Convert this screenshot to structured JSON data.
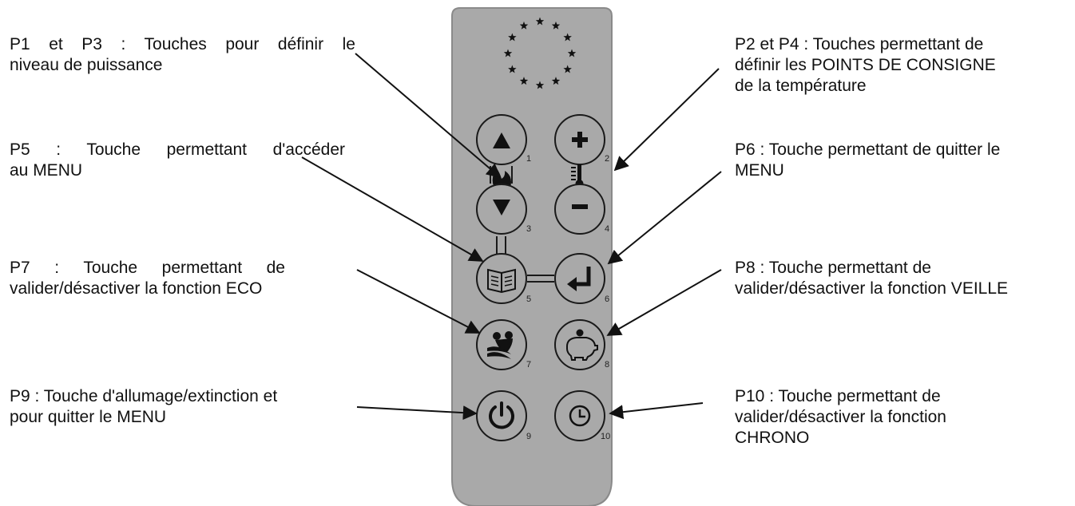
{
  "labels": {
    "p1_p3": [
      "P1 et P3 : Touches pour définir le",
      "niveau de puissance"
    ],
    "p2_p4": [
      "P2 et P4 : Touches permettant de",
      "définir les POINTS DE CONSIGNE",
      "de la température"
    ],
    "p5": [
      "P5 : Touche permettant d'accéder",
      "au MENU"
    ],
    "p6": [
      "P6 : Touche permettant de quitter le",
      "MENU"
    ],
    "p7": [
      "P7 : Touche permettant de",
      "valider/désactiver la fonction ECO"
    ],
    "p8": [
      "P8 : Touche permettant de",
      "valider/désactiver la fonction VEILLE"
    ],
    "p9": [
      "P9 : Touche d'allumage/extinction et",
      "pour quitter le MENU"
    ],
    "p10": [
      "P10 : Touche permettant de",
      "valider/désactiver la fonction",
      "CHRONO"
    ]
  },
  "key_numbers": [
    "1",
    "2",
    "3",
    "4",
    "5",
    "6",
    "7",
    "8",
    "9",
    "10"
  ],
  "keys": [
    {
      "id": "P1",
      "icon": "arrow-up-icon"
    },
    {
      "id": "P2",
      "icon": "plus-icon"
    },
    {
      "id": "P3",
      "icon": "arrow-down-icon"
    },
    {
      "id": "P4",
      "icon": "minus-icon"
    },
    {
      "id": "P5",
      "icon": "book-icon"
    },
    {
      "id": "P6",
      "icon": "enter-icon"
    },
    {
      "id": "P7",
      "icon": "eco-icon"
    },
    {
      "id": "P8",
      "icon": "piggy-bank-icon"
    },
    {
      "id": "P9",
      "icon": "power-icon"
    },
    {
      "id": "P10",
      "icon": "clock-icon"
    }
  ],
  "colors": {
    "remote_body": "#a9a9a9",
    "remote_border": "#8a8a8a",
    "key_outline": "#1a1a1a",
    "text": "#111111"
  }
}
